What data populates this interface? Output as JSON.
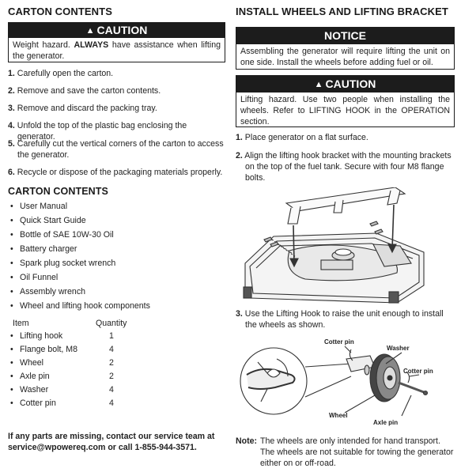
{
  "left": {
    "heading": "CARTON CONTENTS",
    "caution": {
      "title": "CAUTION",
      "lead": "Weight hazard.",
      "strong": "ALWAYS",
      "rest": "have assistance when lifting the generator."
    },
    "steps": [
      {
        "num": "1.",
        "text": "Carefully open the carton."
      },
      {
        "num": "2.",
        "text": "Remove and save the carton contents."
      },
      {
        "num": "3.",
        "text": "Remove and discard the packing tray."
      },
      {
        "num": "4.",
        "text": "Unfold the top of the plastic bag enclosing the generator."
      },
      {
        "num": "5.",
        "text": "Carefully cut the vertical corners of the carton to access the generator."
      },
      {
        "num": "6.",
        "text": "Recycle or dispose of the packaging materials properly."
      }
    ],
    "contents_heading": "CARTON CONTENTS",
    "contents": [
      "User Manual",
      "Quick Start Guide",
      "Bottle of SAE 10W-30 Oil",
      "Battery charger",
      "Spark plug socket wrench",
      "Oil Funnel",
      "Assembly wrench",
      "Wheel and lifting hook components"
    ],
    "table": {
      "col_item": "Item",
      "col_qty": "Quantity",
      "rows": [
        {
          "item": "Lifting hook",
          "qty": "1"
        },
        {
          "item": "Flange bolt, M8",
          "qty": "4"
        },
        {
          "item": "Wheel",
          "qty": "2"
        },
        {
          "item": "Axle pin",
          "qty": "2"
        },
        {
          "item": "Washer",
          "qty": "4"
        },
        {
          "item": "Cotter pin",
          "qty": "4"
        }
      ]
    },
    "missing_note": "If any parts are missing, contact our service team at service@wpowereq.com or call 1-855-944-3571."
  },
  "right": {
    "heading": "INSTALL WHEELS AND LIFTING BRACKET",
    "notice": {
      "title": "NOTICE",
      "text": "Assembling the generator will require lifting the unit on one side. Install the wheels before adding fuel or oil."
    },
    "caution": {
      "title": "CAUTION",
      "text": "Lifting hazard. Use two people when installing the wheels. Refer to LIFTING HOOK in the OPERATION section."
    },
    "steps": [
      {
        "num": "1.",
        "text": "Place generator on a flat surface."
      },
      {
        "num": "2.",
        "text": "Align the lifting hook bracket with the mounting brackets on the top of the fuel tank. Secure with four M8 flange bolts."
      },
      {
        "num": "3.",
        "text": "Use the Lifting Hook to raise the unit enough to install the wheels as shown."
      }
    ],
    "diagram_labels": {
      "cotter_pin_top": "Cotter pin",
      "washer": "Washer",
      "cotter_pin_right": "Cotter pin",
      "wheel": "Wheel",
      "axle_pin": "Axle pin"
    },
    "note": {
      "label": "Note:",
      "text": "The wheels are only intended for hand transport. The wheels are not suitable for towing the generator either on or off-road."
    }
  },
  "icons": {
    "caution_icon": "warning-triangle-icon"
  }
}
